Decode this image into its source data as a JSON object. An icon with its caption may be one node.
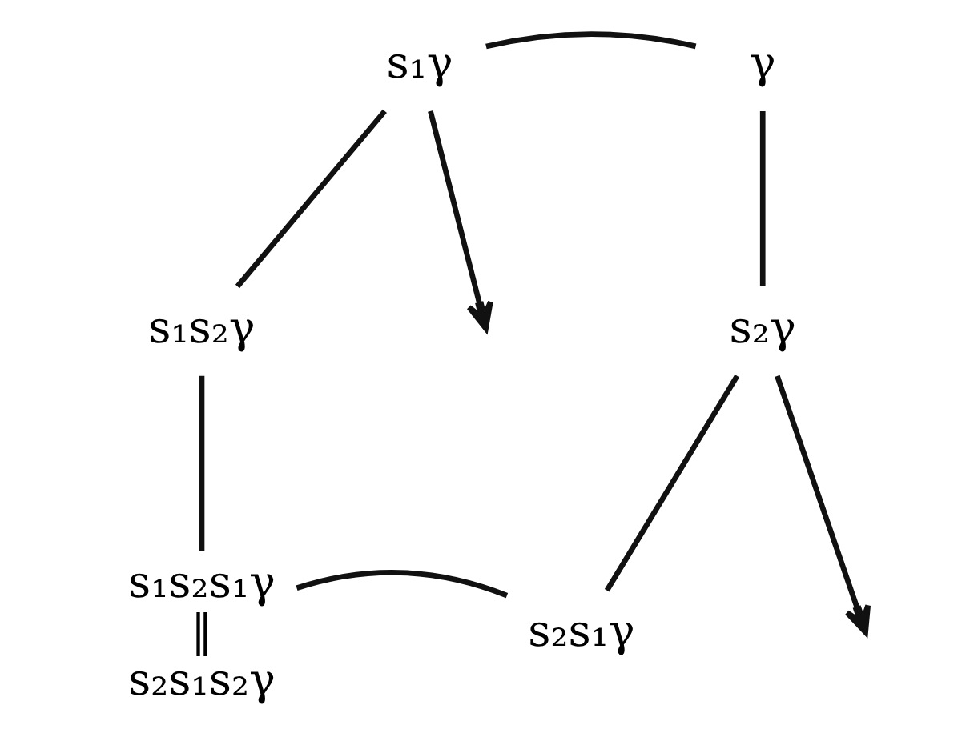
{
  "diagram": {
    "nodes": [
      {
        "text": [
          "s₁γ"
        ]
      },
      {
        "text": [
          "γ"
        ]
      },
      {
        "text": [
          "s₁s₂γ"
        ]
      },
      {
        "text": [
          "s₂γ"
        ]
      },
      {
        "text": [
          "s₁s₂s₁γ",
          "‖",
          "s₂s₁s₂γ"
        ]
      },
      {
        "text": [
          "s₂s₁γ"
        ]
      }
    ],
    "edges": [
      {
        "from": 1,
        "to": 0,
        "arrow": "none"
      },
      {
        "from": 0,
        "to": 2,
        "arrow": "none"
      },
      {
        "from": 2,
        "to": 4,
        "arrow": "none"
      },
      {
        "from": 4,
        "to": 5,
        "arrow": "none"
      },
      {
        "from": 5,
        "to": 3,
        "arrow": "none"
      },
      {
        "from": 3,
        "to": 1,
        "arrow": "none"
      },
      {
        "from": 0,
        "to": null,
        "arrow": "to"
      },
      {
        "from": 3,
        "to": null,
        "arrow": "to"
      }
    ]
  }
}
